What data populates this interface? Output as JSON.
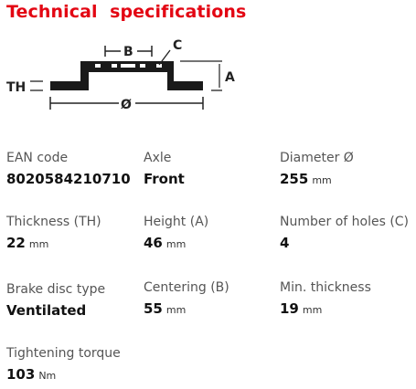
{
  "header": {
    "title": "Technical  specifications"
  },
  "diagram": {
    "label_th": "TH",
    "label_b": "B",
    "label_c": "C",
    "label_a": "A",
    "label_diameter": "Ø"
  },
  "specs": [
    {
      "label": "EAN code",
      "value": "8020584210710",
      "unit": ""
    },
    {
      "label": "Axle",
      "value": "Front",
      "unit": ""
    },
    {
      "label": "Diameter Ø",
      "value": "255",
      "unit": "mm"
    },
    {
      "label": "Thickness (TH)",
      "value": "22",
      "unit": "mm"
    },
    {
      "label": "Height (A)",
      "value": "46",
      "unit": "mm"
    },
    {
      "label": "Number of holes (C)",
      "value": "4",
      "unit": ""
    },
    {
      "label": "Brake disc type",
      "value": "Ventilated",
      "unit": ""
    },
    {
      "label": "Centering (B)",
      "value": "55",
      "unit": "mm"
    },
    {
      "label": "Min. thickness",
      "value": "19",
      "unit": "mm"
    },
    {
      "label": "Tightening torque",
      "value": "103",
      "unit": "Nm"
    }
  ]
}
